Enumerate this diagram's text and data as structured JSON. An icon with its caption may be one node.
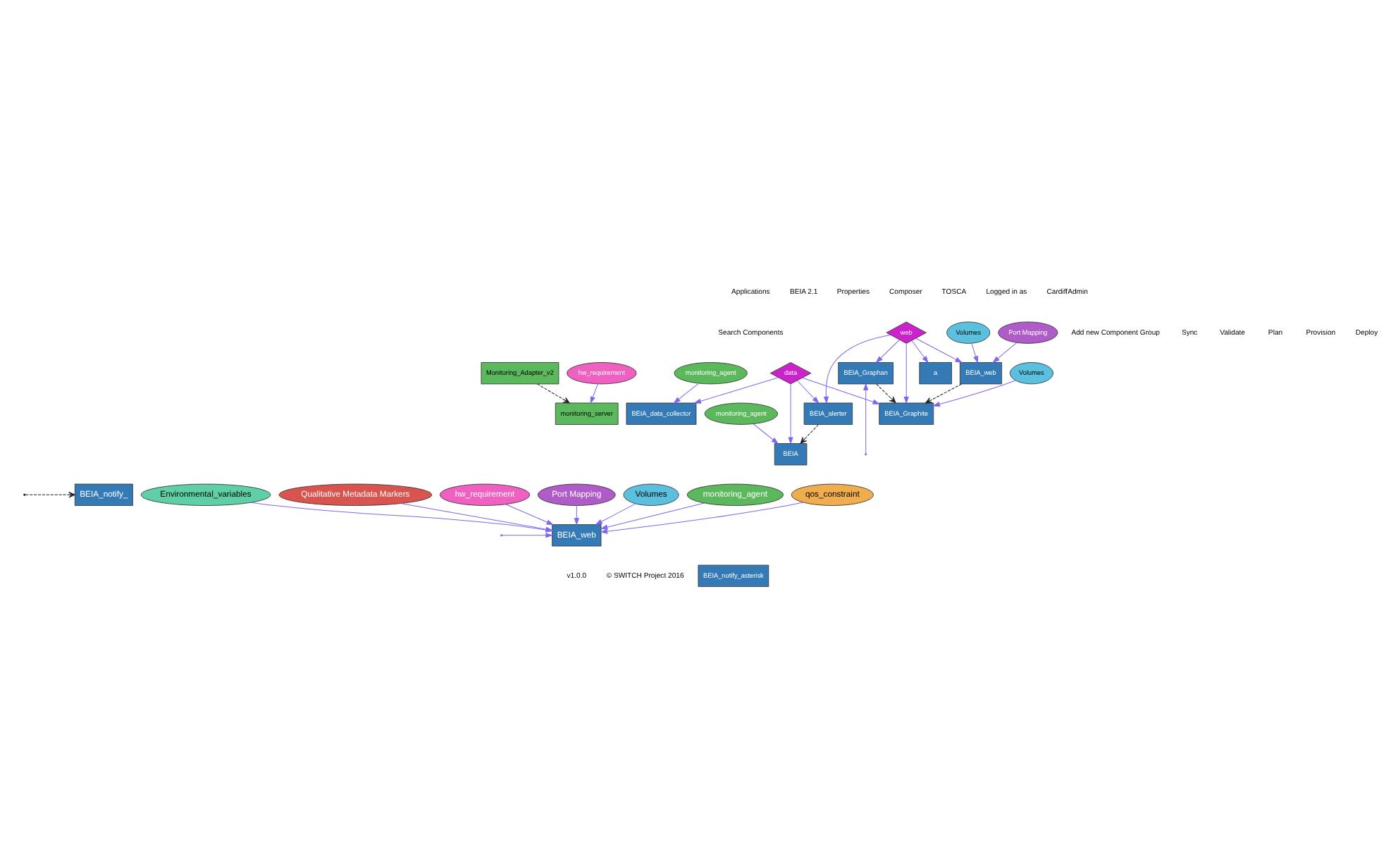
{
  "diagram": {
    "nodes": [
      {
        "text": [
          "monitoring_agent"
        ]
      },
      {
        "text": [
          "Volumes"
        ]
      },
      {
        "text": [
          "Port Mapping"
        ]
      },
      {
        "text": [
          "BEIA_data_collector"
        ]
      },
      {
        "text": [
          "data"
        ]
      },
      {
        "text": [
          "BEIA_alerter"
        ]
      },
      {
        "text": [
          "monitoring_agent"
        ]
      },
      {
        "text": [
          "BEIA"
        ]
      },
      {
        "text": [
          "BEIA_notify_asterisk"
        ]
      },
      {
        "text": [
          "BEIA_web"
        ]
      },
      {
        "text": [
          "web"
        ]
      },
      {
        "text": [
          "Volumes"
        ]
      },
      {
        "text": [
          "BEIA_Graphite"
        ]
      },
      {
        "text": [
          "BEIA_Graphan"
        ]
      },
      {
        "text": [
          "Monitoring_Adapter_v2"
        ]
      },
      {
        "text": [
          "monitoring_server"
        ]
      },
      {
        "text": [
          "hw_requirement"
        ]
      },
      {
        "text": [
          "a"
        ]
      },
      {
        "text": [
          "BEIA_notify_"
        ]
      },
      {
        "text": [
          "monitoring_agent"
        ]
      },
      {
        "text": [
          "qos_constraint"
        ]
      },
      {
        "text": [
          "BEIA_web"
        ]
      },
      {
        "text": [
          "Volumes"
        ]
      },
      {
        "text": [
          "Port Mapping"
        ]
      },
      {
        "text": [
          "hw_requirement"
        ]
      },
      {
        "text": [
          "Qualitative Metadata Markers"
        ]
      },
      {
        "text": [
          "Environmental_variables"
        ]
      }
    ],
    "edges": [
      {
        "from": 0,
        "to": 3,
        "arrow": "to"
      },
      {
        "from": 1,
        "to": 9,
        "arrow": "to"
      },
      {
        "from": 2,
        "to": 9,
        "arrow": "to"
      },
      {
        "from": 4,
        "to": 3,
        "arrow": "to"
      },
      {
        "from": 4,
        "to": 5,
        "arrow": "to"
      },
      {
        "from": 4,
        "to": 7,
        "arrow": "to"
      },
      {
        "from": 4,
        "to": 12,
        "arrow": "to"
      },
      {
        "from": 5,
        "to": 7,
        "arrow": "to",
        "style": "dashed",
        "color": "#222222"
      },
      {
        "from": 6,
        "to": 7,
        "arrow": "to"
      },
      {
        "from": 10,
        "to": 9,
        "arrow": "to"
      },
      {
        "from": 10,
        "to": 5,
        "arrow": "to"
      },
      {
        "from": 10,
        "to": 12,
        "arrow": "to"
      },
      {
        "from": 10,
        "to": 13,
        "arrow": "to"
      },
      {
        "from": 10,
        "to": 17,
        "arrow": "to"
      },
      {
        "from": 9,
        "to": 12,
        "arrow": "to",
        "style": "dashed",
        "color": "#222222"
      },
      {
        "from": 13,
        "to": 12,
        "arrow": "to",
        "style": "dashed",
        "color": "#222222"
      },
      {
        "from": 11,
        "to": 12,
        "arrow": "to"
      },
      {
        "from": 14,
        "to": 15,
        "arrow": "to",
        "style": "dashed",
        "color": "#222222"
      },
      {
        "from": 16,
        "to": 15,
        "arrow": "to"
      },
      {
        "from": null,
        "to": 13,
        "arrow": "to"
      },
      {
        "from": null,
        "to": 18,
        "arrow": "to",
        "style": "dashed",
        "color": "#222222"
      },
      {
        "from": null,
        "to": 21,
        "arrow": "to"
      },
      {
        "from": 19,
        "to": 21,
        "arrow": "to"
      },
      {
        "from": 20,
        "to": 21,
        "arrow": "to"
      },
      {
        "from": 22,
        "to": 21,
        "arrow": "to"
      },
      {
        "from": 23,
        "to": 21,
        "arrow": "to"
      },
      {
        "from": 24,
        "to": 21,
        "arrow": "to"
      },
      {
        "from": 25,
        "to": 21,
        "arrow": "to"
      },
      {
        "from": 26,
        "to": 21,
        "arrow": "to"
      }
    ],
    "labels": [
      "Applications",
      "BEIA 2.1",
      "Properties",
      "Composer",
      "TOSCA",
      "Logged in as",
      "CardiffAdmin",
      "Search Components",
      "Add new Component Group",
      "Sync",
      "Validate",
      "Plan",
      "Provision",
      "Deploy",
      "v1.0.0",
      "© SWITCH Project 2016"
    ]
  }
}
